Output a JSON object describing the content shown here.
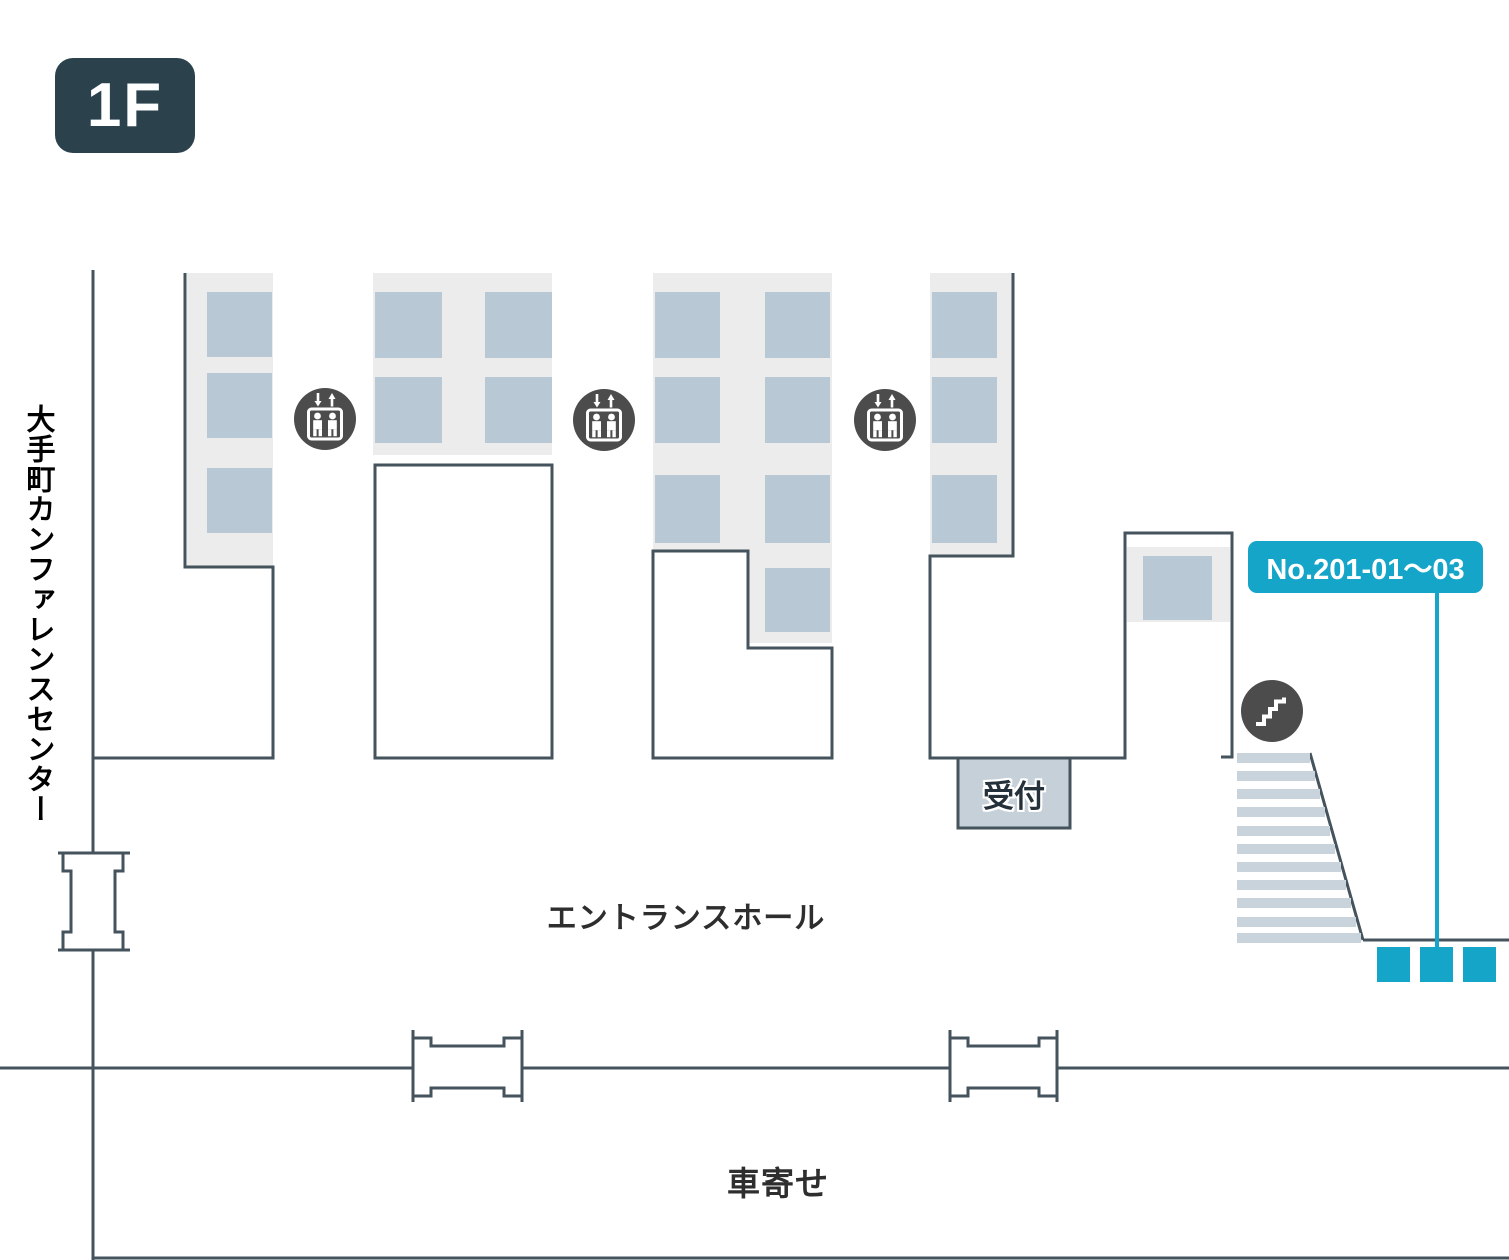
{
  "floor_badge": {
    "label": "1F"
  },
  "building": {
    "name": "大手町カンファレンスセンター"
  },
  "areas": {
    "entrance_hall": "エントランスホール",
    "reception": "受付",
    "car_porch": "車寄せ"
  },
  "callout": {
    "room_range": "No.201-01〜03"
  },
  "icons": {
    "elevator": "elevator-icon",
    "stairs": "stairs-icon",
    "door": "door-symbol"
  },
  "colors": {
    "wall": "#45535d",
    "badge_bg": "#2b424d",
    "icon_circle": "#4c4c4c",
    "area_gray": "#ececec",
    "block_blue": "#b9c8d5",
    "reception_fill": "#c5d0d9",
    "stair_stripe": "#c9d3dc",
    "accent_cyan": "#14a5c9",
    "text_dark": "#222222"
  }
}
